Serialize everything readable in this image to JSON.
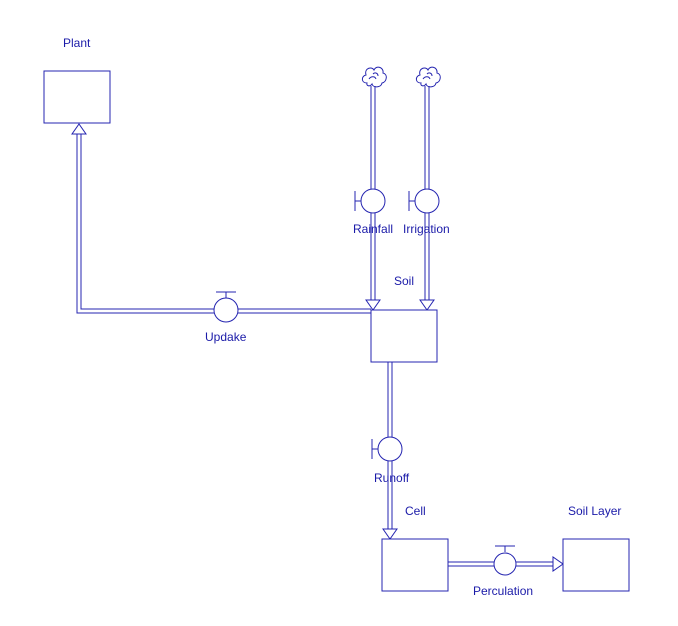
{
  "colors": {
    "line": "#2424b0",
    "text": "#1a1aa8",
    "background": "#ffffff"
  },
  "stocks": {
    "plant": "Plant",
    "soil": "Soil",
    "cell": "Cell",
    "soil_layer": "Soil Layer"
  },
  "flows": {
    "rainfall": "Rainfall",
    "irrigation": "Irrigation",
    "updake": "Updake",
    "runoff": "Runoff",
    "perculation": "Perculation"
  },
  "icons": {
    "rain_source": "cloud-icon",
    "irrigation_source": "cloud-icon"
  }
}
